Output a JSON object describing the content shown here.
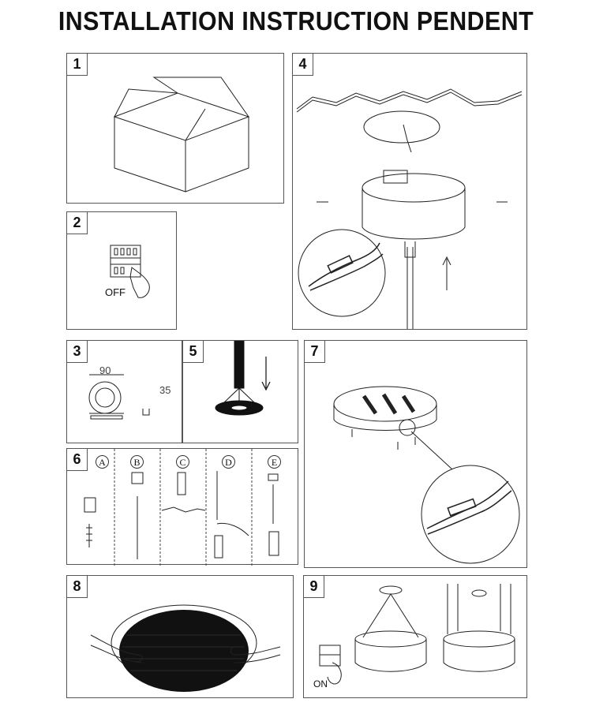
{
  "title": "INSTALLATION INSTRUCTION PENDENT",
  "steps": {
    "s1": "1",
    "s2": "2",
    "s3": "3",
    "s4": "4",
    "s5": "5",
    "s6": "6",
    "s7": "7",
    "s8": "8",
    "s9": "9"
  },
  "labels": {
    "off": "OFF",
    "on": "ON",
    "dim_90": "90",
    "dim_35": "35"
  },
  "sub_steps": [
    "A",
    "B",
    "C",
    "D",
    "E"
  ]
}
